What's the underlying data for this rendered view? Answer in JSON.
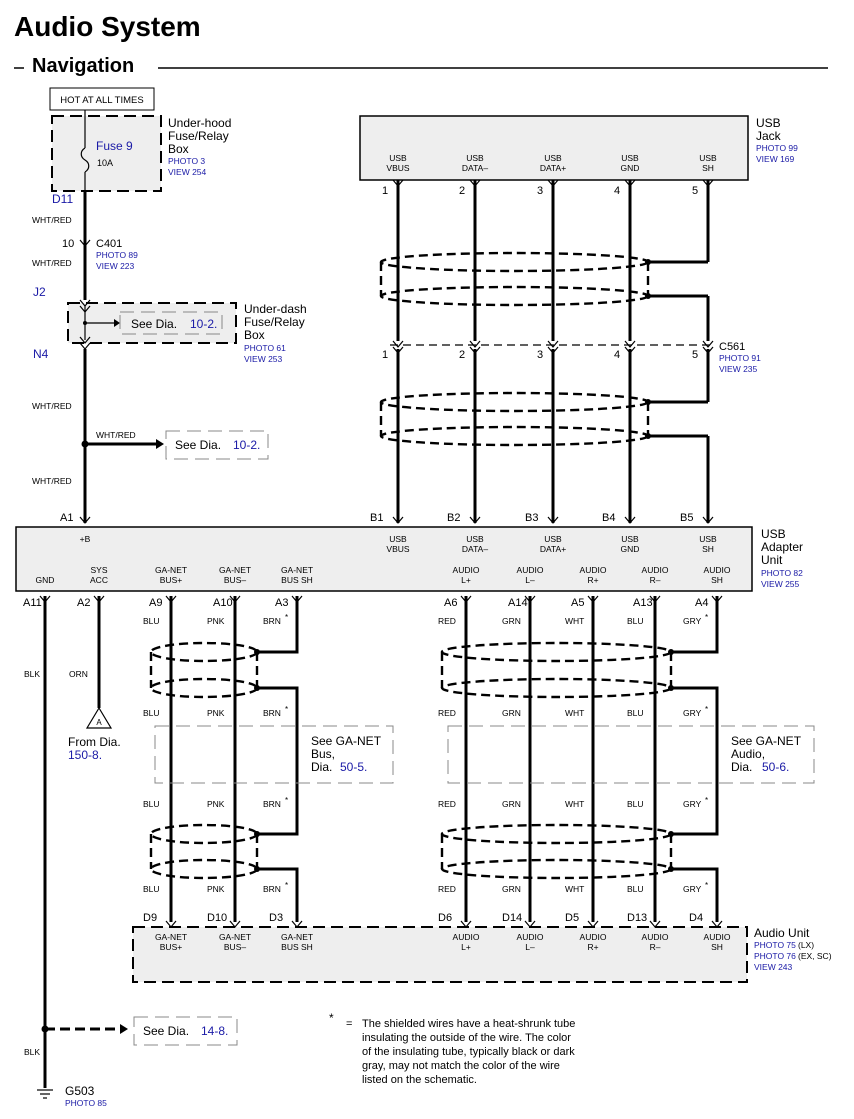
{
  "title": "Audio System",
  "section": "Navigation",
  "hot_label": "HOT AT ALL TIMES",
  "underhood": {
    "name": [
      "Under-hood",
      "Fuse/Relay",
      "Box"
    ],
    "fuse": "Fuse 9",
    "amps": "10A",
    "photo": "PHOTO 3",
    "view": "VIEW 254"
  },
  "d11": "D11",
  "wht_red": "WHT/RED",
  "c401": {
    "pin": "10",
    "name": "C401",
    "photo": "PHOTO 89",
    "view": "VIEW 223"
  },
  "underdash": {
    "name": [
      "Under-dash",
      "Fuse/Relay",
      "Box"
    ],
    "photo": "PHOTO 61",
    "view": "VIEW 253",
    "in": "J2",
    "out": "N4",
    "see": "See Dia.",
    "see_ref": "10-2."
  },
  "see_10_2b": {
    "text": "See Dia.",
    "ref": "10-2."
  },
  "usb_jack": {
    "name": [
      "USB",
      "Jack"
    ],
    "photo": "PHOTO 99",
    "view": "VIEW 169",
    "pins": [
      {
        "num": "1",
        "l1": "USB",
        "l2": "VBUS"
      },
      {
        "num": "2",
        "l1": "USB",
        "l2": "DATA–"
      },
      {
        "num": "3",
        "l1": "USB",
        "l2": "DATA+"
      },
      {
        "num": "4",
        "l1": "USB",
        "l2": "GND"
      },
      {
        "num": "5",
        "l1": "USB",
        "l2": "SH"
      }
    ]
  },
  "c561": {
    "name": "C561",
    "photo": "PHOTO 91",
    "view": "VIEW 235",
    "pins": [
      "1",
      "2",
      "3",
      "4",
      "5"
    ]
  },
  "adapter": {
    "name": [
      "USB",
      "Adapter",
      "Unit"
    ],
    "photo": "PHOTO 82",
    "view": "VIEW 255",
    "top_pins": [
      {
        "pin": "A1",
        "l1": "+B",
        "l2": ""
      },
      {
        "pin": "B1",
        "l1": "USB",
        "l2": "VBUS"
      },
      {
        "pin": "B2",
        "l1": "USB",
        "l2": "DATA–"
      },
      {
        "pin": "B3",
        "l1": "USB",
        "l2": "DATA+"
      },
      {
        "pin": "B4",
        "l1": "USB",
        "l2": "GND"
      },
      {
        "pin": "B5",
        "l1": "USB",
        "l2": "SH"
      }
    ],
    "bottom_pins": [
      {
        "pin": "A11",
        "l1": "",
        "l2": "GND"
      },
      {
        "pin": "A2",
        "l1": "SYS",
        "l2": "ACC"
      },
      {
        "pin": "A9",
        "l1": "GA-NET",
        "l2": "BUS+"
      },
      {
        "pin": "A10",
        "l1": "GA-NET",
        "l2": "BUS–"
      },
      {
        "pin": "A3",
        "l1": "GA-NET",
        "l2": "BUS SH"
      },
      {
        "pin": "A6",
        "l1": "AUDIO",
        "l2": "L+"
      },
      {
        "pin": "A14",
        "l1": "AUDIO",
        "l2": "L–"
      },
      {
        "pin": "A5",
        "l1": "AUDIO",
        "l2": "R+"
      },
      {
        "pin": "A13",
        "l1": "AUDIO",
        "l2": "R–"
      },
      {
        "pin": "A4",
        "l1": "AUDIO",
        "l2": "SH"
      }
    ]
  },
  "colors": {
    "blk": "BLK",
    "orn": "ORN",
    "blu": "BLU",
    "pnk": "PNK",
    "brn": "BRN",
    "red": "RED",
    "grn": "GRN",
    "wht": "WHT",
    "gry": "GRY",
    "star": "*"
  },
  "from_dia": {
    "marker": "A",
    "text": "From Dia.",
    "ref": "150-8."
  },
  "see_ganet_bus": {
    "l1": "See GA-NET",
    "l2": "Bus,",
    "l3": "Dia.",
    "ref": "50-5."
  },
  "see_ganet_audio": {
    "l1": "See GA-NET",
    "l2": "Audio,",
    "l3": "Dia.",
    "ref": "50-6."
  },
  "audio_unit": {
    "name": "Audio Unit",
    "photo1": "PHOTO 75",
    "photo1_note": "(LX)",
    "photo2": "PHOTO 76",
    "photo2_note": "(EX, SC)",
    "view": "VIEW 243",
    "pins": [
      {
        "pin": "D9",
        "l1": "GA-NET",
        "l2": "BUS+"
      },
      {
        "pin": "D10",
        "l1": "GA-NET",
        "l2": "BUS–"
      },
      {
        "pin": "D3",
        "l1": "GA-NET",
        "l2": "BUS SH"
      },
      {
        "pin": "D6",
        "l1": "AUDIO",
        "l2": "L+"
      },
      {
        "pin": "D14",
        "l1": "AUDIO",
        "l2": "L–"
      },
      {
        "pin": "D5",
        "l1": "AUDIO",
        "l2": "R+"
      },
      {
        "pin": "D13",
        "l1": "AUDIO",
        "l2": "R–"
      },
      {
        "pin": "D4",
        "l1": "AUDIO",
        "l2": "SH"
      }
    ]
  },
  "see_14_8": {
    "text": "See Dia.",
    "ref": "14-8."
  },
  "ground": {
    "name": "G503",
    "photo": "PHOTO 85"
  },
  "note": {
    "star": "*",
    "eq": "=",
    "lines": [
      "The shielded wires have a heat-shrunk tube",
      "insulating the outside of the wire.  The color",
      "of the insulating tube, typically black or dark",
      "gray, may not match the color of the wire",
      "listed on the schematic."
    ]
  }
}
